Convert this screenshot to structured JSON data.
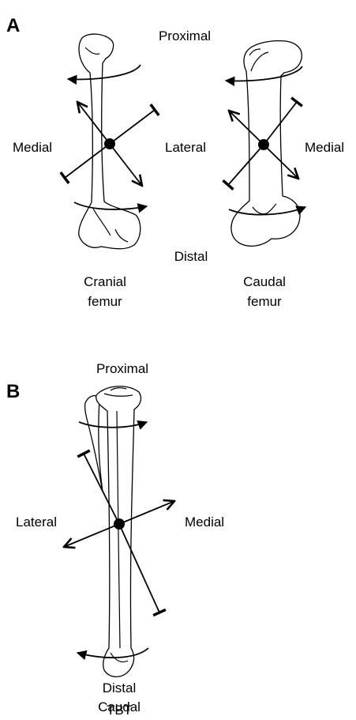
{
  "panel_a": {
    "letter": "A",
    "proximal": "Proximal",
    "distal": "Distal",
    "medial_left": "Medial",
    "lateral_center": "Lateral",
    "medial_right": "Medial",
    "left_caption": [
      "Cranial",
      "femur"
    ],
    "right_caption": [
      "Caudal",
      "femur"
    ]
  },
  "panel_b": {
    "letter": "B",
    "proximal": "Proximal",
    "lateral": "Lateral",
    "medial": "Medial",
    "distal": "Distal",
    "caption": [
      "Caudal",
      "TBT"
    ]
  }
}
